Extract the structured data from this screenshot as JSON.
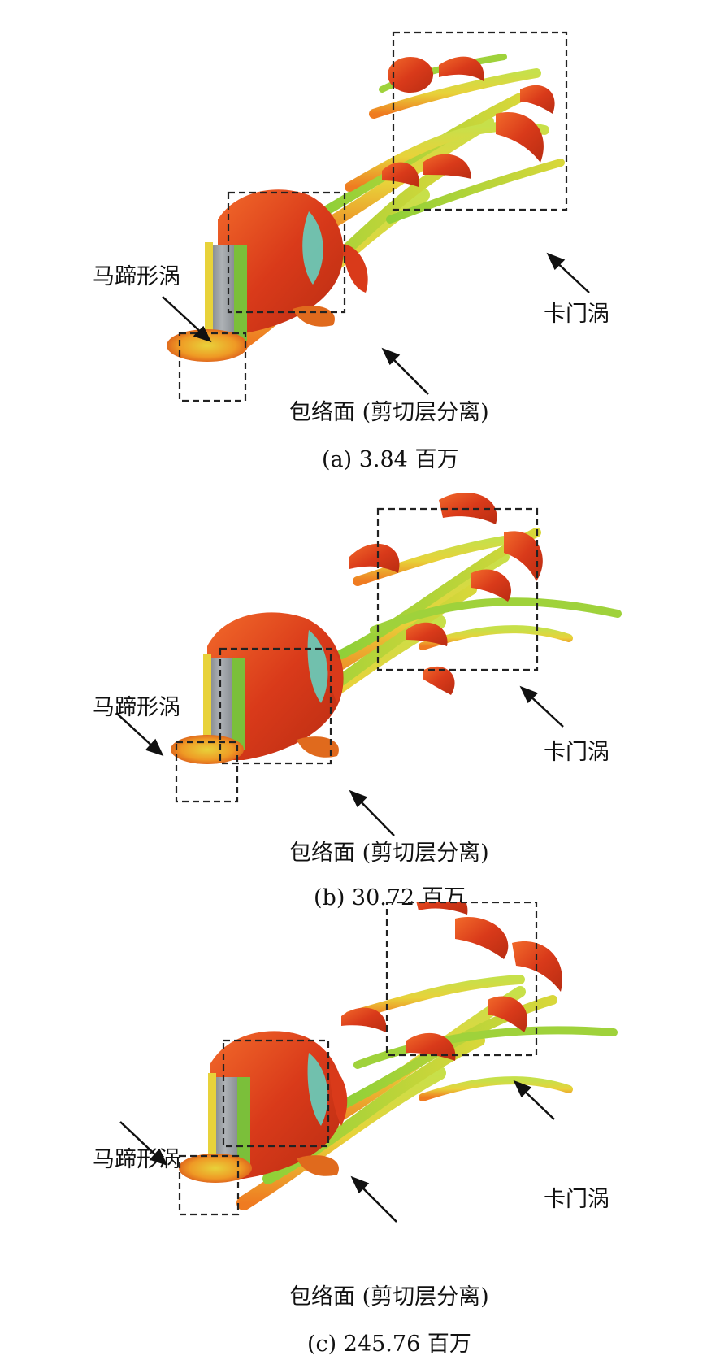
{
  "figure": {
    "panels": [
      {
        "caption": "(a)  3.84 百万",
        "labels": {
          "horseshoe": "马蹄形涡",
          "karman": "卡门涡",
          "envelope": "包络面 (剪切层分离)"
        }
      },
      {
        "caption": "(b)  30.72 百万",
        "labels": {
          "horseshoe": "马蹄形涡",
          "karman": "卡门涡",
          "envelope": "包络面 (剪切层分离)"
        }
      },
      {
        "caption": "(c)  245.76 百万",
        "labels": {
          "horseshoe": "马蹄形涡",
          "karman": "卡门涡",
          "envelope": "包络面 (剪切层分离)"
        }
      }
    ]
  },
  "colors": {
    "vortex_red": "#d93a1a",
    "vortex_orange": "#ef7b21",
    "vortex_yellow": "#e8d23a",
    "vortex_green": "#9fd23b",
    "cylinder_gray": "#9a9ea3",
    "cyan_inner": "#5fd8c8",
    "box_dash": "#222222"
  }
}
